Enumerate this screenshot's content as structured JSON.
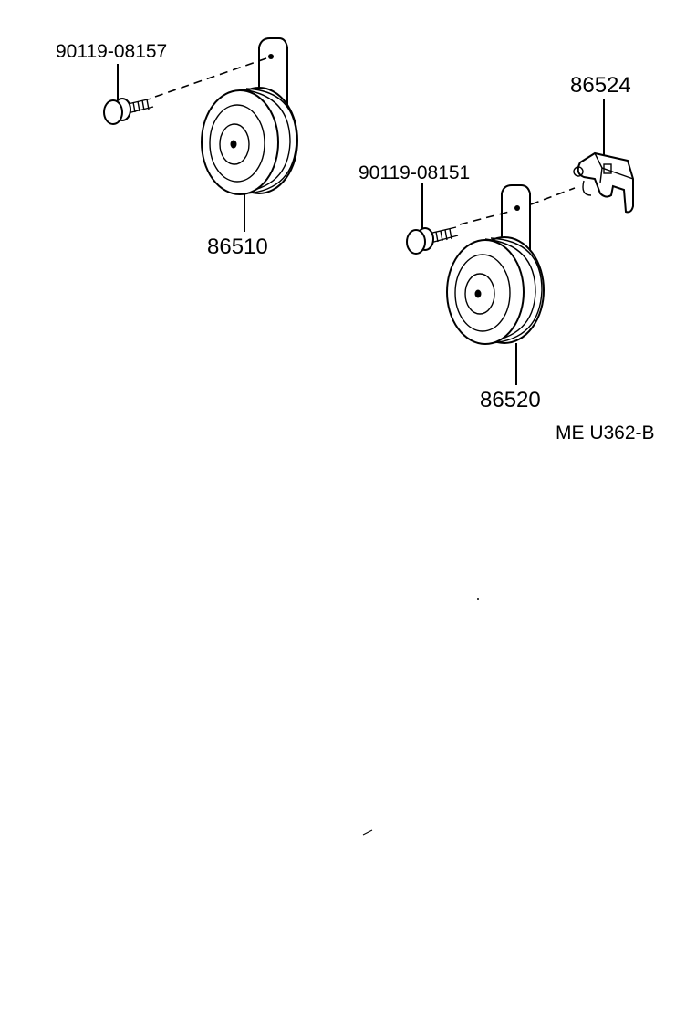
{
  "parts": {
    "bolt_upper": "90119-08157",
    "horn_left": "86510",
    "bracket": "86524",
    "bolt_lower": "90119-08151",
    "horn_right": "86520"
  },
  "diagram_code": "ME U362-B"
}
